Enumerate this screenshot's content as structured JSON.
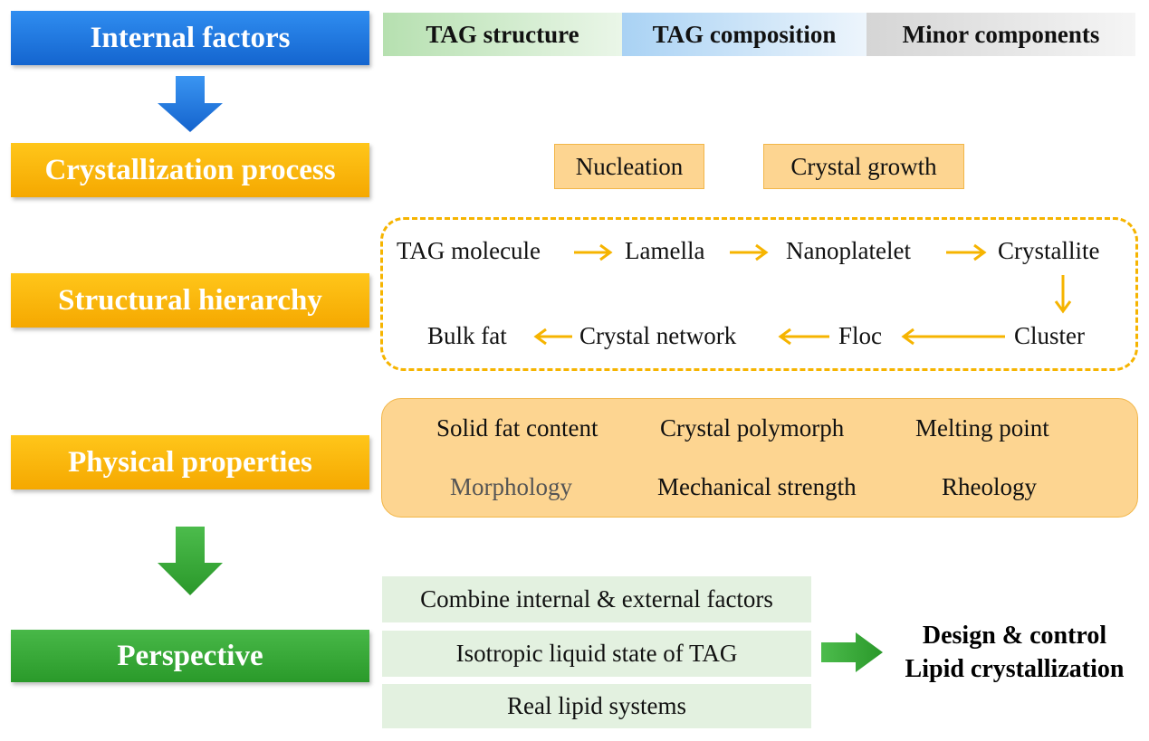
{
  "left": {
    "internal_factors": "Internal factors",
    "crystallization_process": "Crystallization process",
    "structural_hierarchy": "Structural hierarchy",
    "physical_properties": "Physical properties",
    "perspective": "Perspective"
  },
  "factors": {
    "tag_structure": "TAG structure",
    "tag_composition": "TAG composition",
    "minor_components": "Minor components"
  },
  "process": {
    "nucleation": "Nucleation",
    "crystal_growth": "Crystal growth"
  },
  "hierarchy": {
    "tag_molecule": "TAG molecule",
    "lamella": "Lamella",
    "nanoplatelet": "Nanoplatelet",
    "crystallite": "Crystallite",
    "cluster": "Cluster",
    "floc": "Floc",
    "crystal_network": "Crystal network",
    "bulk_fat": "Bulk fat"
  },
  "properties": {
    "solid_fat_content": "Solid fat content",
    "crystal_polymorph": "Crystal polymorph",
    "melting_point": "Melting point",
    "morphology": "Morphology",
    "mechanical_strength": "Mechanical strength",
    "rheology": "Rheology"
  },
  "perspective": {
    "combine": "Combine internal & external factors",
    "isotropic": "Isotropic liquid state of TAG",
    "real_lipid": "Real lipid systems",
    "outcome_line1": "Design & control",
    "outcome_line2": "Lipid crystallization"
  },
  "colors": {
    "blue": "#1a6fdc",
    "orange": "#ffba0a",
    "green": "#36a936",
    "arrow_yellow": "#f6b400"
  }
}
